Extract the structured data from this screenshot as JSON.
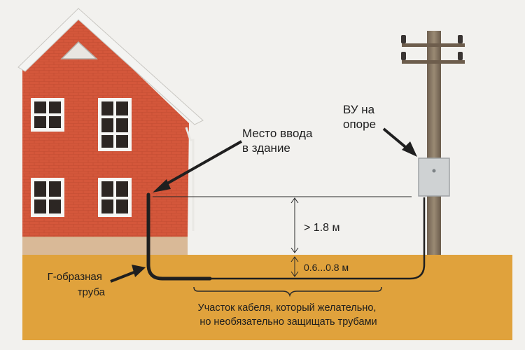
{
  "labels": {
    "entry_point": [
      "Место ввода",
      "в здание"
    ],
    "pole_device": [
      "ВУ на",
      "опоре"
    ],
    "l_pipe": [
      "Г-образная",
      "труба"
    ],
    "height": "> 1.8 м",
    "depth": "0.6...0.8 м",
    "cable_section": [
      "Участок кабеля, который желательно,",
      "но необязательно защищать трубами"
    ]
  },
  "colors": {
    "ground": "#e0a23c",
    "brick": "#d4573b",
    "roof": "#f4f4f2",
    "pole": "#8b7a64",
    "cable": "#1f1f1f"
  }
}
